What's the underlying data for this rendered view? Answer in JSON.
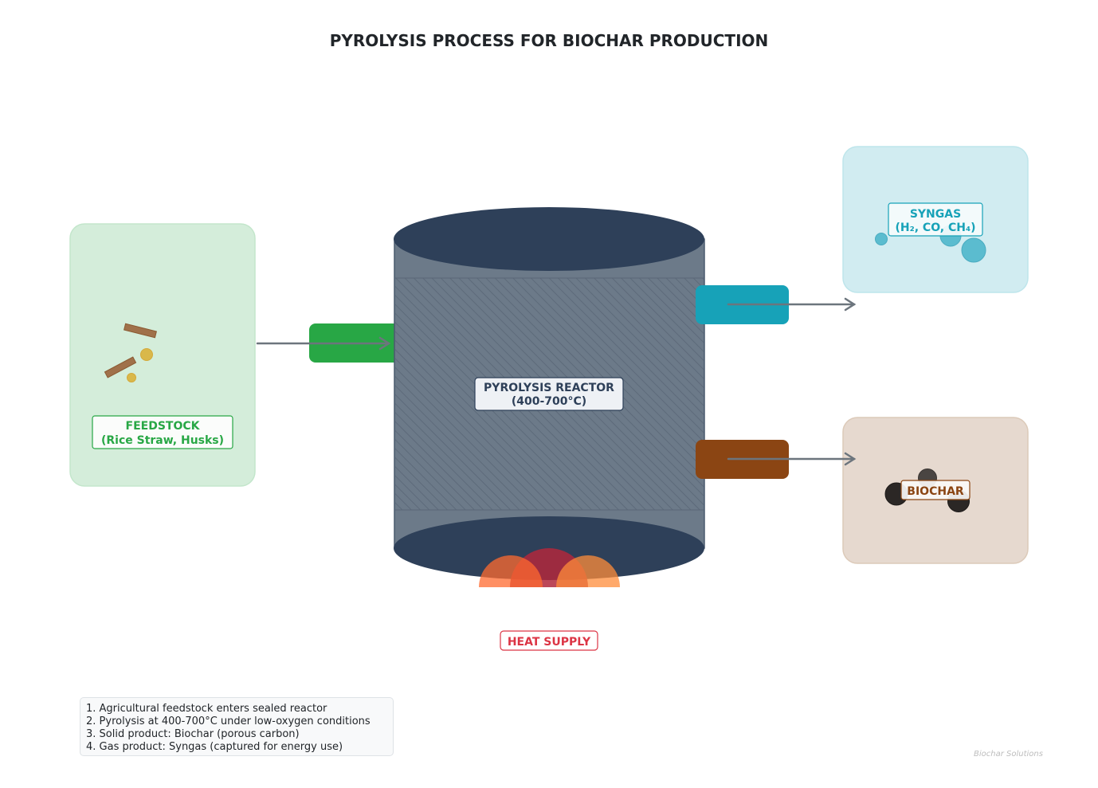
{
  "title": "PYROLYSIS PROCESS FOR BIOCHAR PRODUCTION",
  "feedstock": {
    "label_line1": "FEEDSTOCK",
    "label_line2": "(Rice Straw, Husks)",
    "color": "#28a745",
    "bg_color": "#d4edda"
  },
  "reactor": {
    "label_line1": "PYROLYSIS REACTOR",
    "label_line2": "(400-700°C)",
    "body_color": "#6c7a89",
    "cap_color": "#2e4059"
  },
  "heat": {
    "label": "HEAT SUPPLY",
    "color": "#dc3545"
  },
  "syngas": {
    "label_line1": "SYNGAS",
    "label_line2": "(H₂, CO, CH₄)",
    "color": "#17a2b8",
    "bg_color": "#d1ecf1"
  },
  "biochar": {
    "label": "BIOCHAR",
    "color": "#8b4513",
    "bg_color": "#e6d9cf"
  },
  "notes": [
    "1. Agricultural feedstock enters sealed reactor",
    "2. Pyrolysis at 400-700°C under low-oxygen conditions",
    "3. Solid product: Biochar (porous carbon)",
    "4. Gas product: Syngas (captured for energy use)"
  ],
  "watermark": "Biochar Solutions"
}
